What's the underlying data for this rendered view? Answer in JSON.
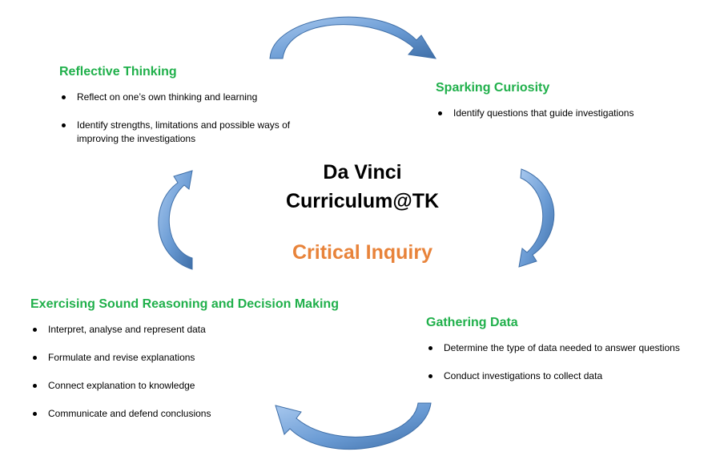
{
  "center": {
    "title_line1": "Da Vinci",
    "title_line2": "Curriculum@TK",
    "subtitle": "Critical Inquiry"
  },
  "sections": {
    "reflective": {
      "title": "Reflective Thinking",
      "bullets": [
        "Reflect on one’s own thinking and learning",
        "Identify strengths, limitations and possible ways of improving the investigations"
      ]
    },
    "sparking": {
      "title": "Sparking Curiosity",
      "bullets": [
        "Identify questions that guide investigations"
      ]
    },
    "gathering": {
      "title": "Gathering Data",
      "bullets": [
        "Determine the type of data needed to answer questions",
        "Conduct investigations to collect data"
      ]
    },
    "reasoning": {
      "title": "Exercising Sound Reasoning and Decision Making",
      "bullets": [
        "Interpret, analyse and represent data",
        "Formulate and revise explanations",
        "Connect explanation to knowledge",
        "Communicate and defend conclusions"
      ]
    }
  },
  "colors": {
    "section_title": "#20b04b",
    "subtitle": "#e8833a",
    "arrow_light": "#8fb9e6",
    "arrow_dark": "#3f6fa8"
  }
}
